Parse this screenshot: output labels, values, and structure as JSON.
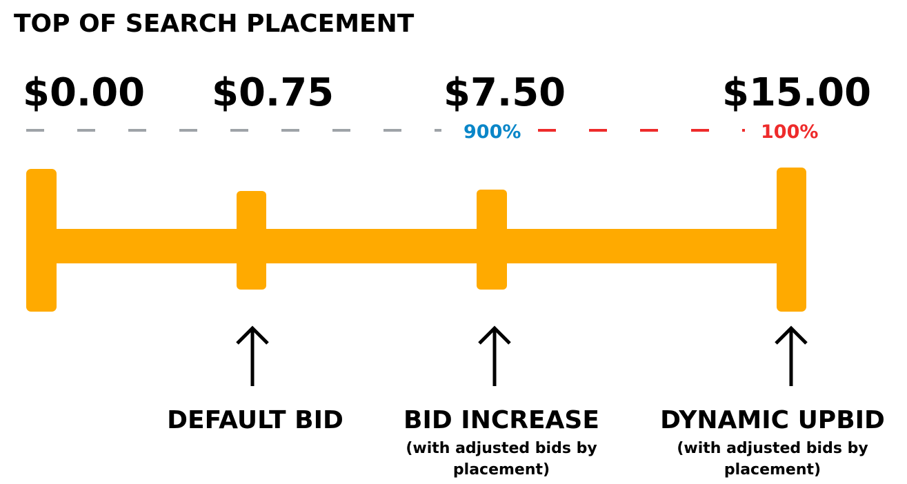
{
  "title": "TOP OF SEARCH PLACEMENT",
  "prices": [
    "$0.00",
    "$0.75",
    "$7.50",
    "$15.00"
  ],
  "percents": {
    "increase": "900%",
    "upbid": "100%"
  },
  "labels": {
    "default_bid": "DEFAULT BID",
    "bid_increase": "BID INCREASE",
    "dynamic_upbid": "DYNAMIC UPBID",
    "note_line1": "(with adjusted bids by",
    "note_line2": "placement)"
  },
  "colors": {
    "bar": "#FFAA00",
    "gray_dash": "#9EA3A8",
    "blue": "#0A86C8",
    "red": "#EE2B2B",
    "text": "#000000"
  }
}
